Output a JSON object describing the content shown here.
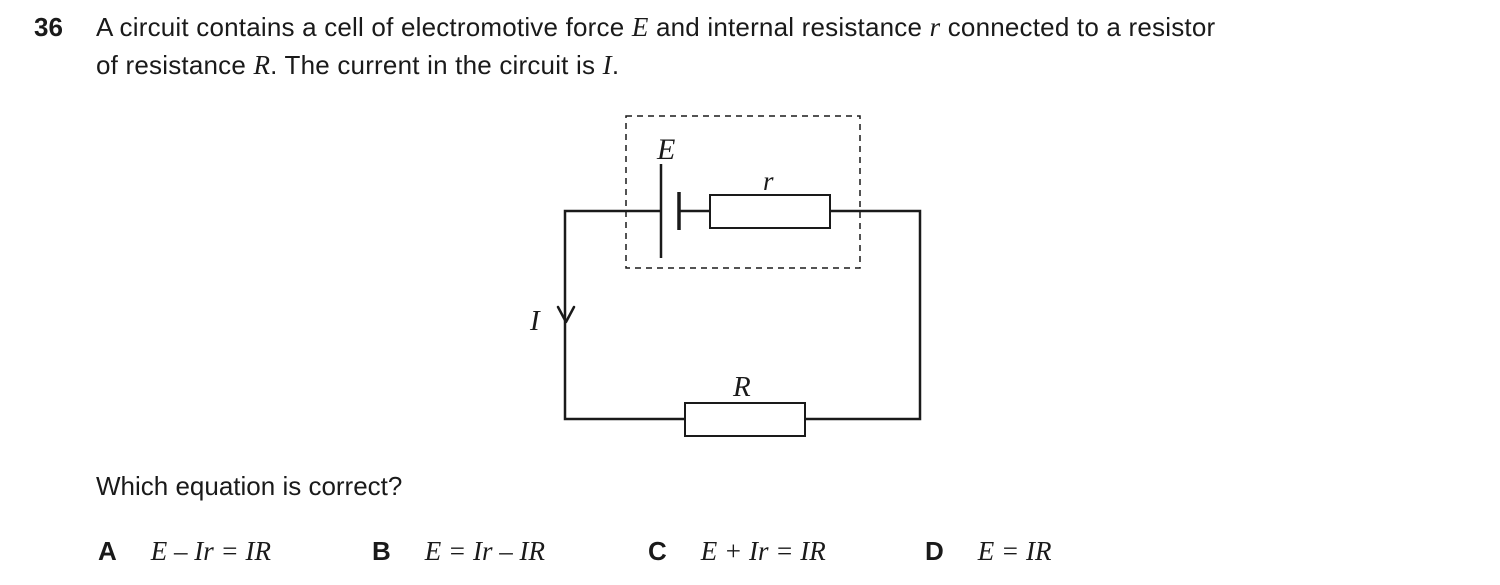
{
  "question": {
    "number": "36",
    "line1": {
      "t1": "A circuit contains a cell of electromotive force ",
      "v1": "E",
      "t2": " and internal resistance ",
      "v2": "r",
      "t3": " connected to a resistor"
    },
    "line2": {
      "t1": "of resistance ",
      "v1": "R",
      "t2": ". The current in the circuit is ",
      "v2": "I",
      "t3": "."
    },
    "prompt": "Which equation is correct?"
  },
  "circuit": {
    "emf_label": "E",
    "internal_resistance_label": "r",
    "resistor_label": "R",
    "current_label": "I",
    "line_color": "#1a1a1a"
  },
  "options": [
    {
      "letter": "A",
      "equation": "E – Ir = IR"
    },
    {
      "letter": "B",
      "equation": "E = Ir – IR"
    },
    {
      "letter": "C",
      "equation": "E + Ir = IR"
    },
    {
      "letter": "D",
      "equation": "E = IR"
    }
  ]
}
